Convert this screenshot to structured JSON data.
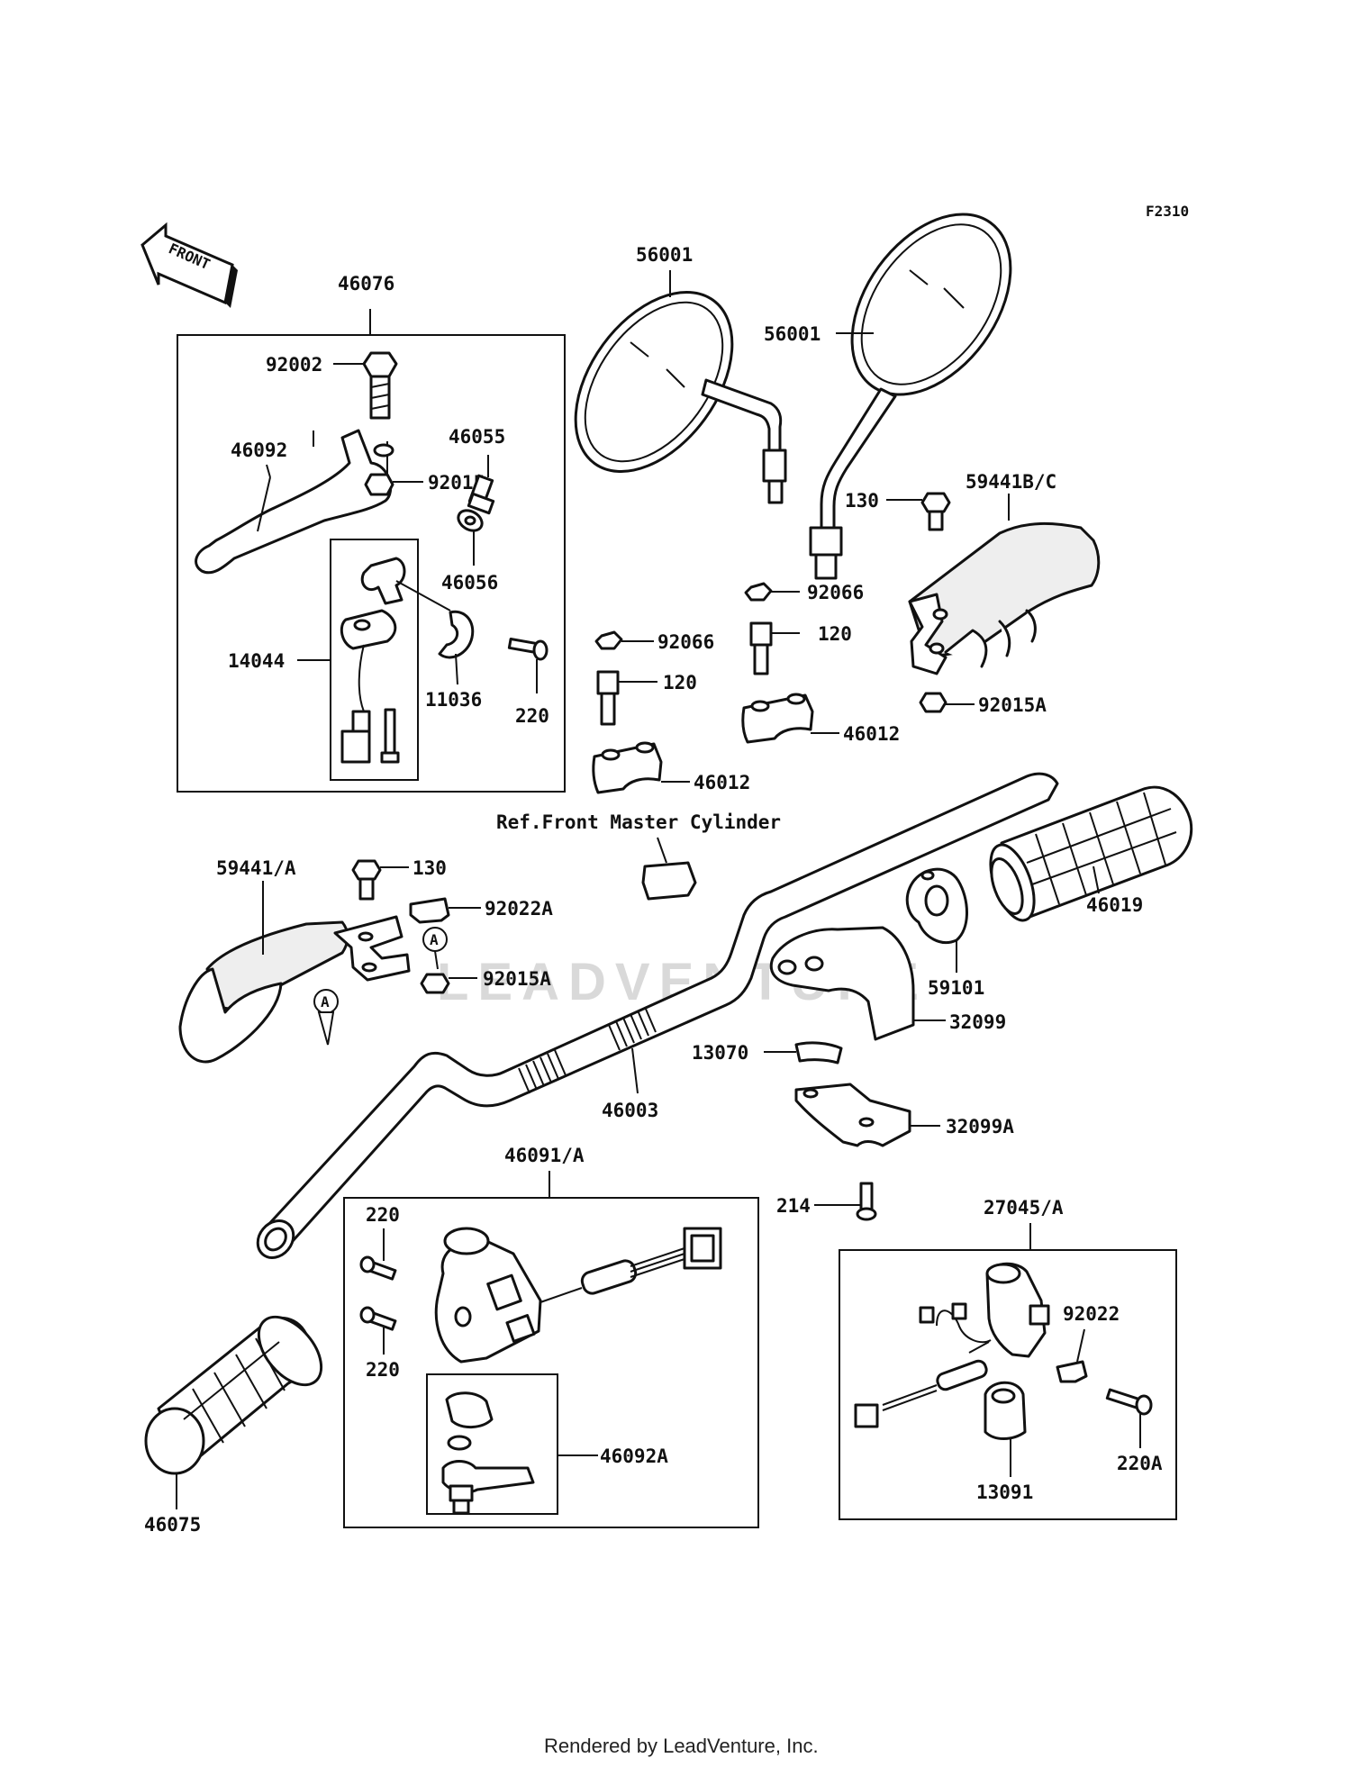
{
  "diagram_code": "F2310",
  "front_label": "FRONT",
  "reference_note": "Ref.Front Master Cylinder",
  "watermark": "LEADVENTURE",
  "footer": "Rendered by LeadVenture, Inc.",
  "callouts": {
    "p46076": "46076",
    "p92002": "92002",
    "p46092": "46092",
    "p92015": "92015",
    "p46055": "46055",
    "p46056": "46056",
    "p14044": "14044",
    "p11036": "11036",
    "p220_lever": "220",
    "p56001_left": "56001",
    "p56001_right": "56001",
    "p130_right": "130",
    "p59441bc": "59441B/C",
    "p92066_right": "92066",
    "p120_right": "120",
    "p92015a_right": "92015A",
    "p92066_left": "92066",
    "p120_left": "120",
    "p46012_right": "46012",
    "p46012_left": "46012",
    "p59441a": "59441/A",
    "p130_left": "130",
    "p92022a": "92022A",
    "p92015a_left": "92015A",
    "p46019": "46019",
    "p59101": "59101",
    "p32099": "32099",
    "p13070": "13070",
    "p46003": "46003",
    "p32099a": "32099A",
    "p214": "214",
    "p46091a": "46091/A",
    "p220_top": "220",
    "p220_bottom": "220",
    "p46092a": "46092A",
    "p46075": "46075",
    "p27045a": "27045/A",
    "p92022": "92022",
    "p220a": "220A",
    "p13091": "13091",
    "ref_a1": "A",
    "ref_a2": "A"
  }
}
